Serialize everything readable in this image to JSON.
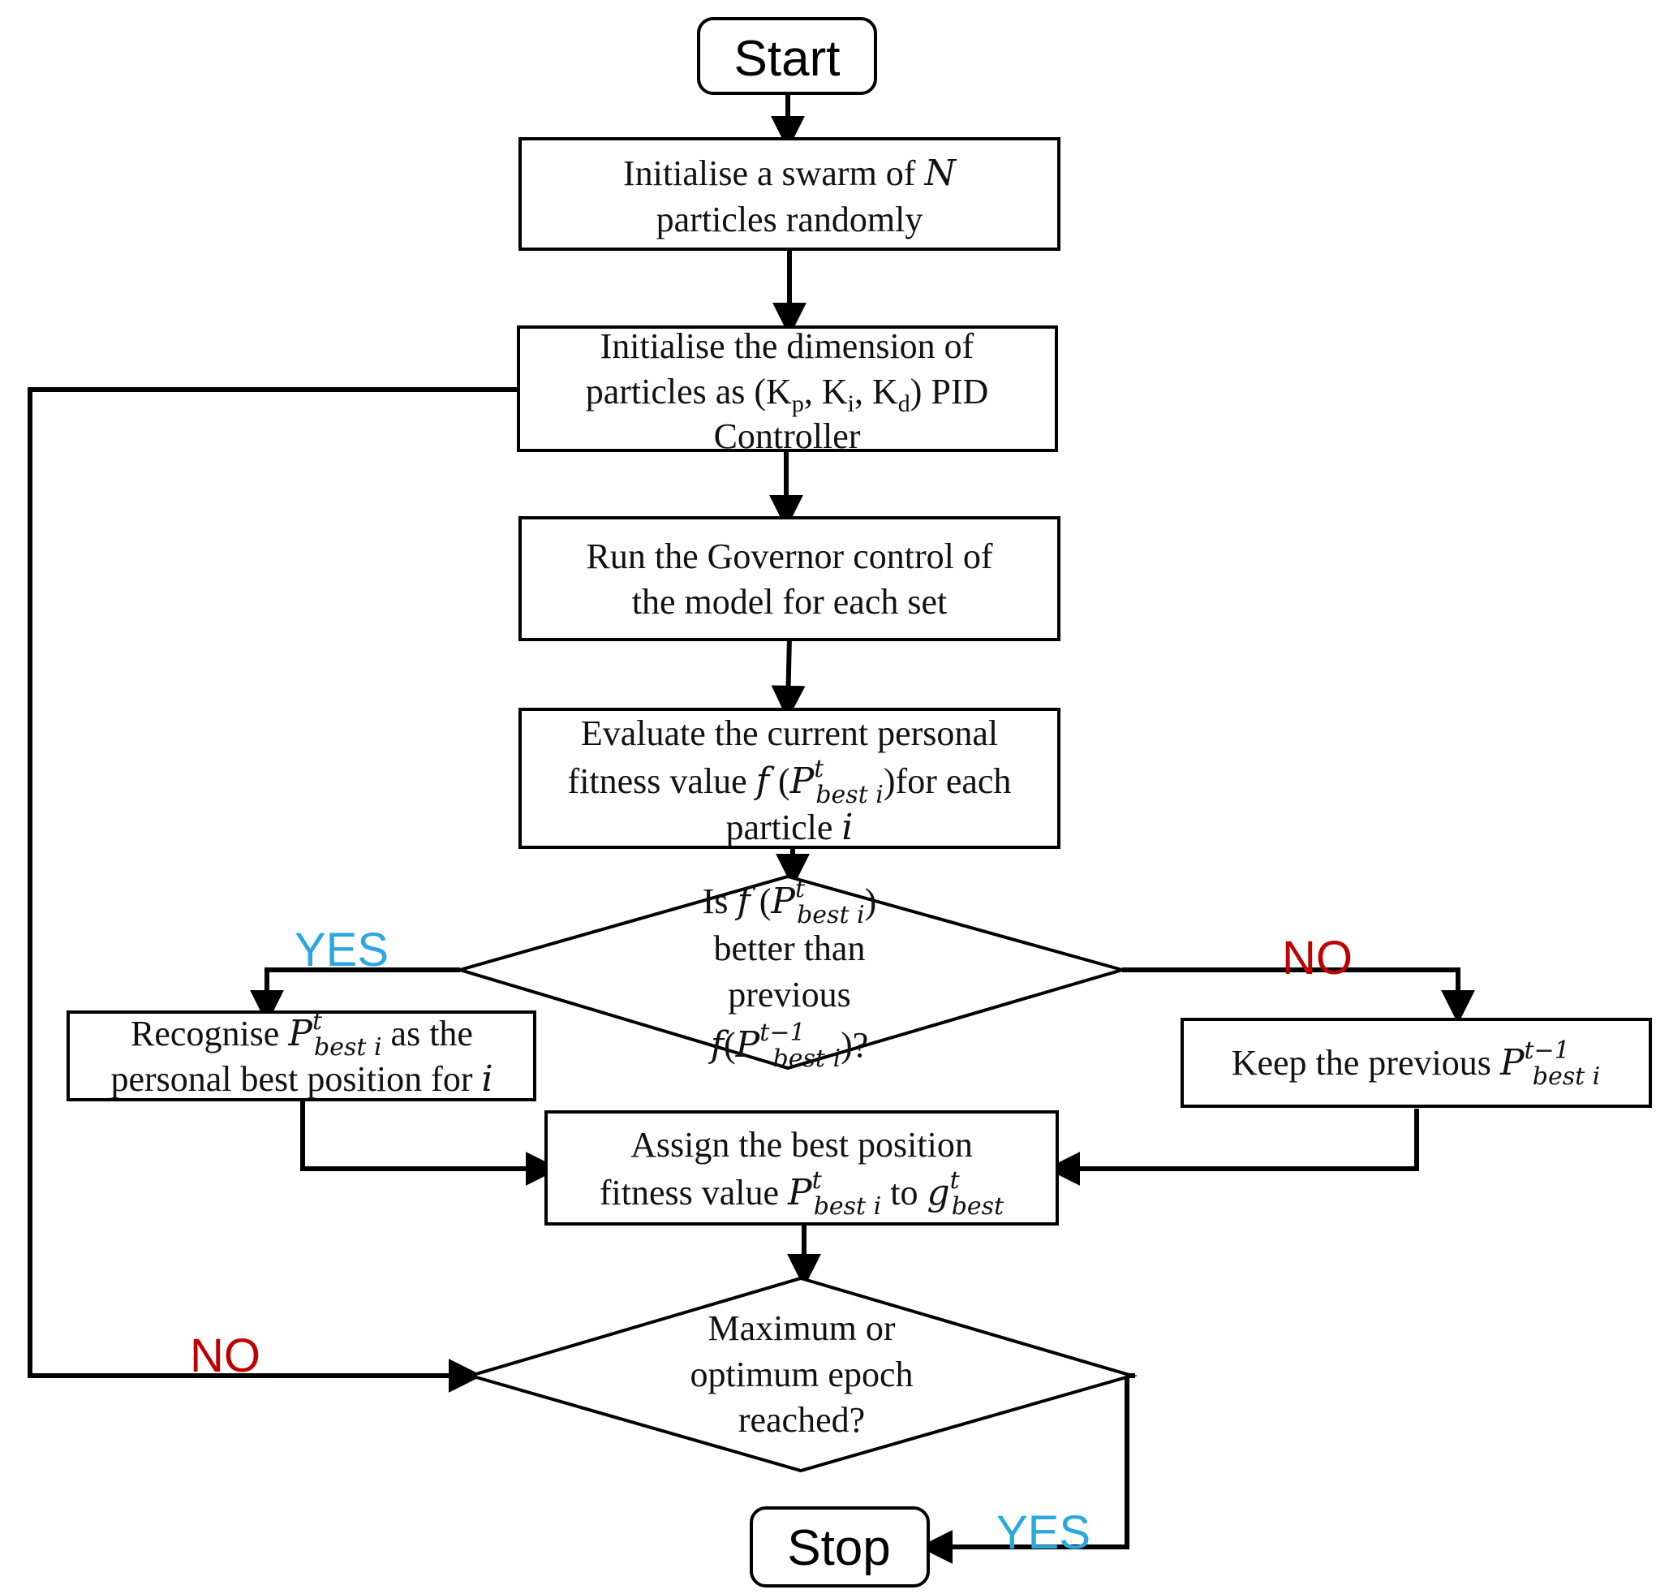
{
  "colors": {
    "yes": "#29a8e0",
    "no": "#c00000",
    "stroke": "#000000"
  },
  "start": {
    "label": "Start"
  },
  "stop": {
    "label": "Stop"
  },
  "init_swarm": {
    "line1_a": "Initialise a swarm of ",
    "line1_var": "N",
    "line2": "particles randomly"
  },
  "init_dim": {
    "line1": "Initialise the dimension of",
    "line2_a": "particles as (K",
    "p": "p",
    "comma1": ", K",
    "i": "i",
    "comma2": ", K",
    "d": "d",
    "line2_b": ") PID",
    "line3": "Controller"
  },
  "run_governor": {
    "line1": "Run the Governor control of",
    "line2": "the model for each set"
  },
  "evaluate": {
    "line1": "Evaluate the current personal",
    "line2_a": "fitness value ",
    "f": "f",
    "paren_open": " (",
    "P": "P",
    "sup": "t",
    "sub": "best i",
    "line2_b": ")for each",
    "line3_a": "particle ",
    "line3_var": "i"
  },
  "decision1": {
    "line1_a": "Is ",
    "f": "f",
    "paren_open": " (",
    "P": "P",
    "sup": "t",
    "sub": "best i",
    "close": ")",
    "line2": "better than",
    "line3": "previous",
    "line4_f": "f",
    "line4_open": "(",
    "line4_P": "P",
    "line4_sup": "t−1",
    "line4_sub": "best i",
    "line4_close": ")?"
  },
  "recognise": {
    "line1_a": "Recognise ",
    "P": "P",
    "sup": "t",
    "sub": "best i",
    "line1_b": " as the",
    "line2_a": "personal best position for ",
    "line2_var": "i"
  },
  "keep": {
    "line_a": "Keep the previous ",
    "P": "P",
    "sup": "t−1",
    "sub": "best i"
  },
  "assign": {
    "line1": "Assign the best position",
    "line2_a": "fitness value ",
    "P": "P",
    "sup": "t",
    "sub": "best i",
    "line2_b": " to ",
    "g": "g",
    "g_sup": "t",
    "g_sub": "best"
  },
  "decision2": {
    "line1": "Maximum or",
    "line2": "optimum epoch",
    "line3": "reached?"
  },
  "labels": {
    "yes_left": "YES",
    "no_right": "NO",
    "no_left": "NO",
    "yes_bottom": "YES"
  }
}
